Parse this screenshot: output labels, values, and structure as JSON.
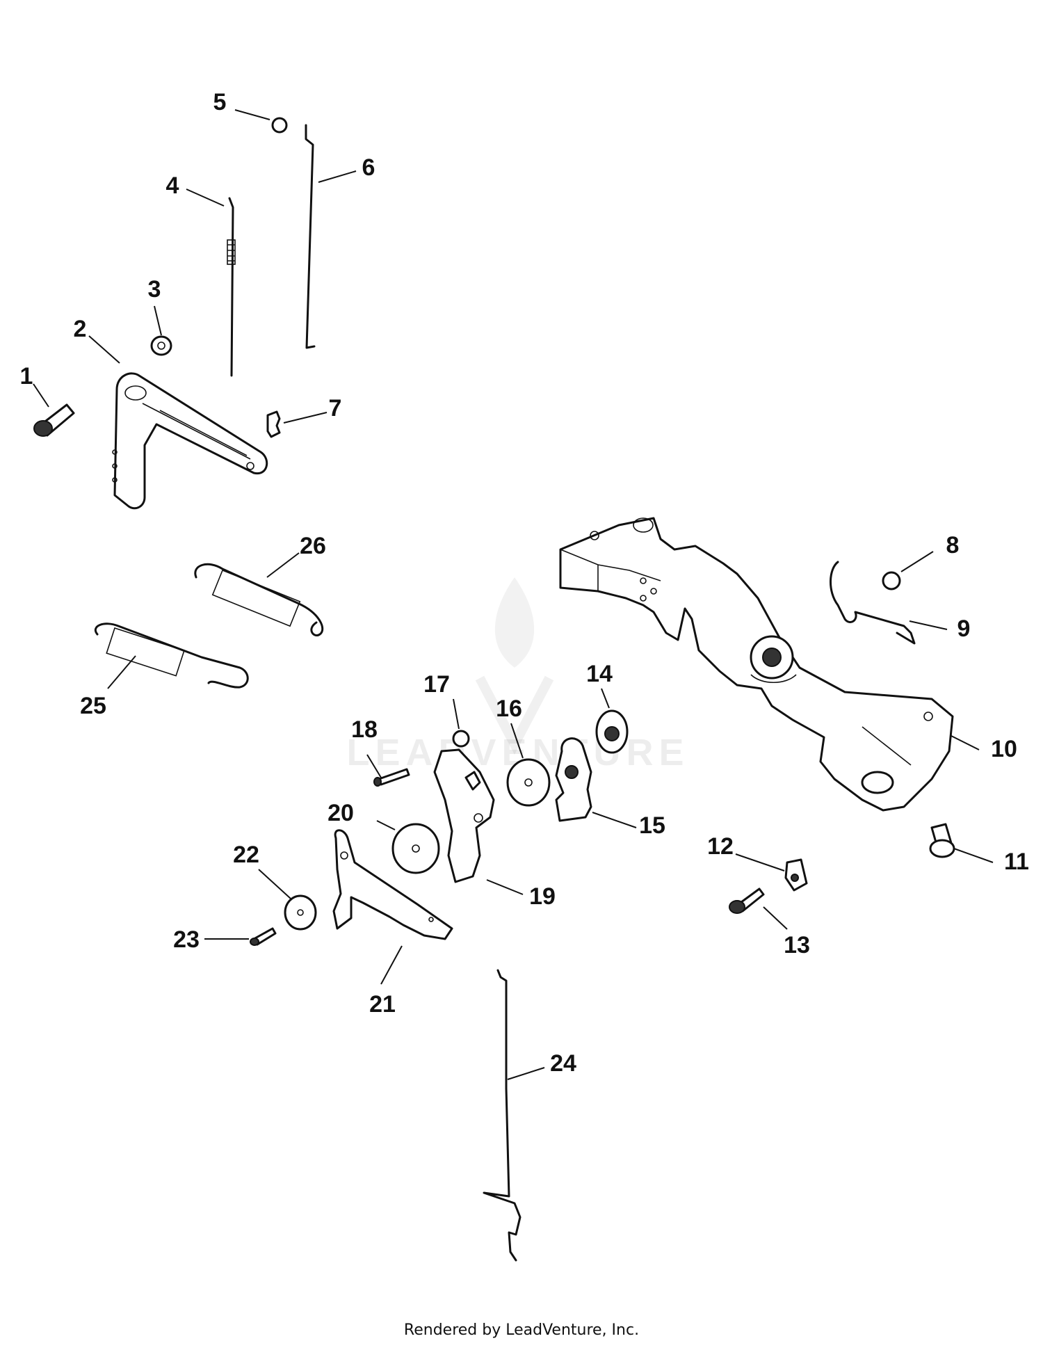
{
  "callouts": [
    "1",
    "2",
    "3",
    "4",
    "5",
    "6",
    "7",
    "8",
    "9",
    "10",
    "11",
    "12",
    "13",
    "14",
    "15",
    "16",
    "17",
    "18",
    "19",
    "20",
    "21",
    "22",
    "23",
    "24",
    "25",
    "26"
  ],
  "watermark": "LEADVENTURE",
  "footer": "Rendered by LeadVenture, Inc."
}
